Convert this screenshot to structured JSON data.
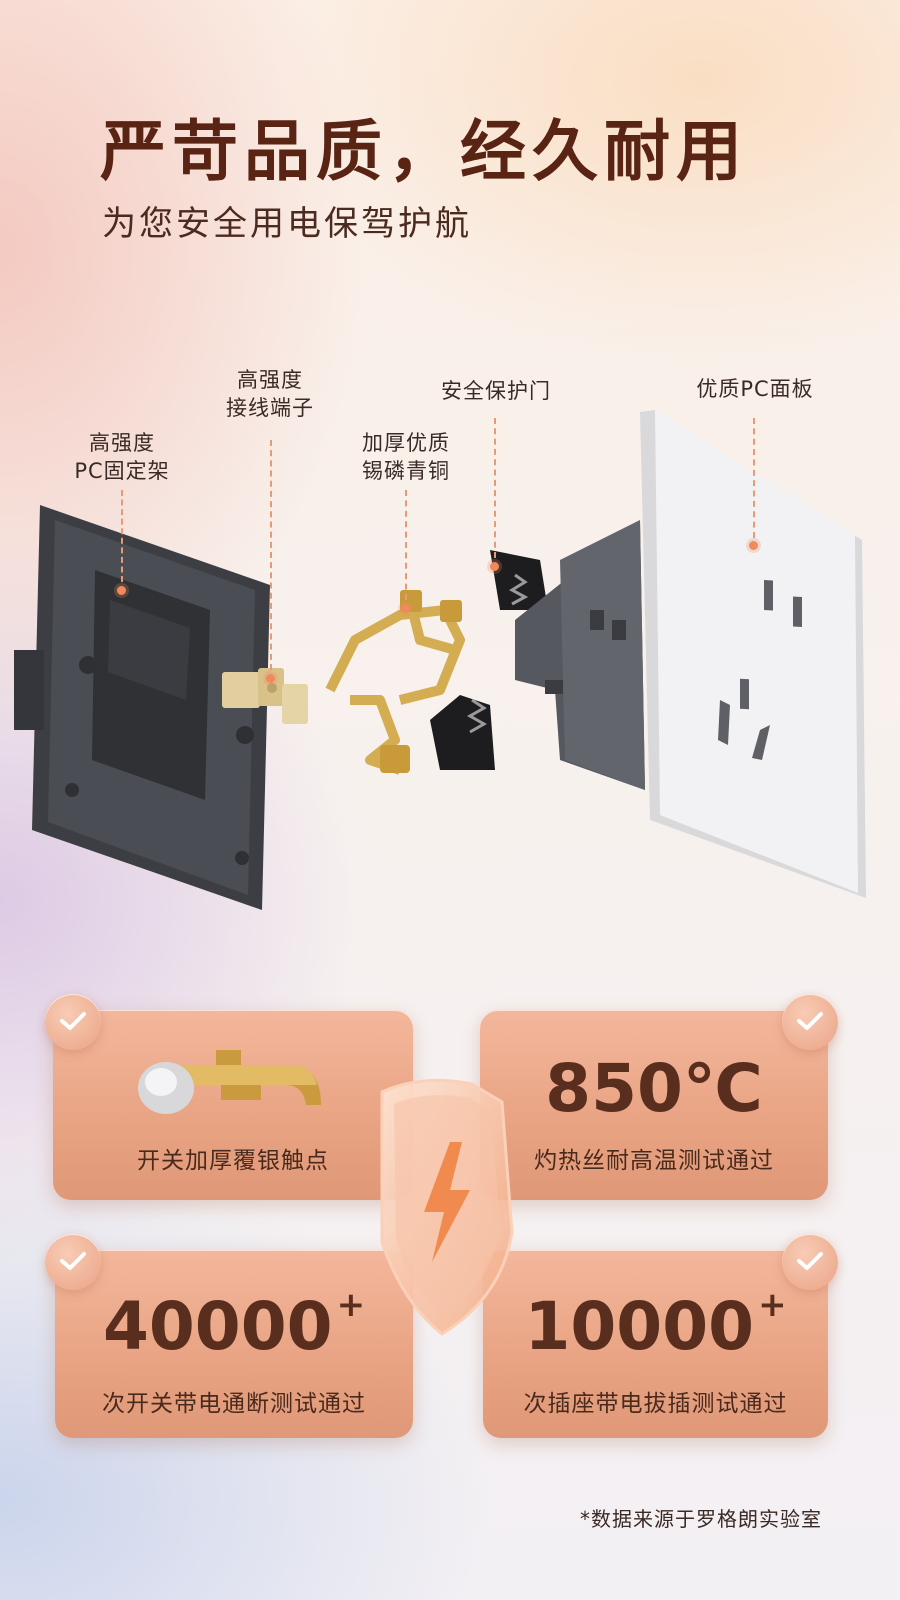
{
  "header": {
    "title": "严苛品质，经久耐用",
    "subtitle": "为您安全用电保驾护航"
  },
  "callouts": {
    "frame": [
      "高强度",
      "PC固定架"
    ],
    "terminal": [
      "高强度",
      "接线端子"
    ],
    "bronze": [
      "加厚优质",
      "锡磷青铜"
    ],
    "shutter": [
      "安全保护门"
    ],
    "panel": [
      "优质PC面板"
    ]
  },
  "features": {
    "contact": {
      "label": "开关加厚覆银触点"
    },
    "temperature": {
      "value": "850℃",
      "label": "灼热丝耐高温测试通过"
    },
    "switch_cycles": {
      "value": "40000",
      "suffix": "+",
      "label": "次开关带电通断测试通过"
    },
    "plug_cycles": {
      "value": "10000",
      "suffix": "+",
      "label": "次插座带电拔插测试通过"
    }
  },
  "footnote": "*数据来源于罗格朗实验室",
  "colors": {
    "title": "#5a2414",
    "accent": "#f08a5c",
    "card": "#e8a383"
  },
  "icons": [
    "check-icon",
    "lightning-shield-icon",
    "silver-contact-icon"
  ]
}
